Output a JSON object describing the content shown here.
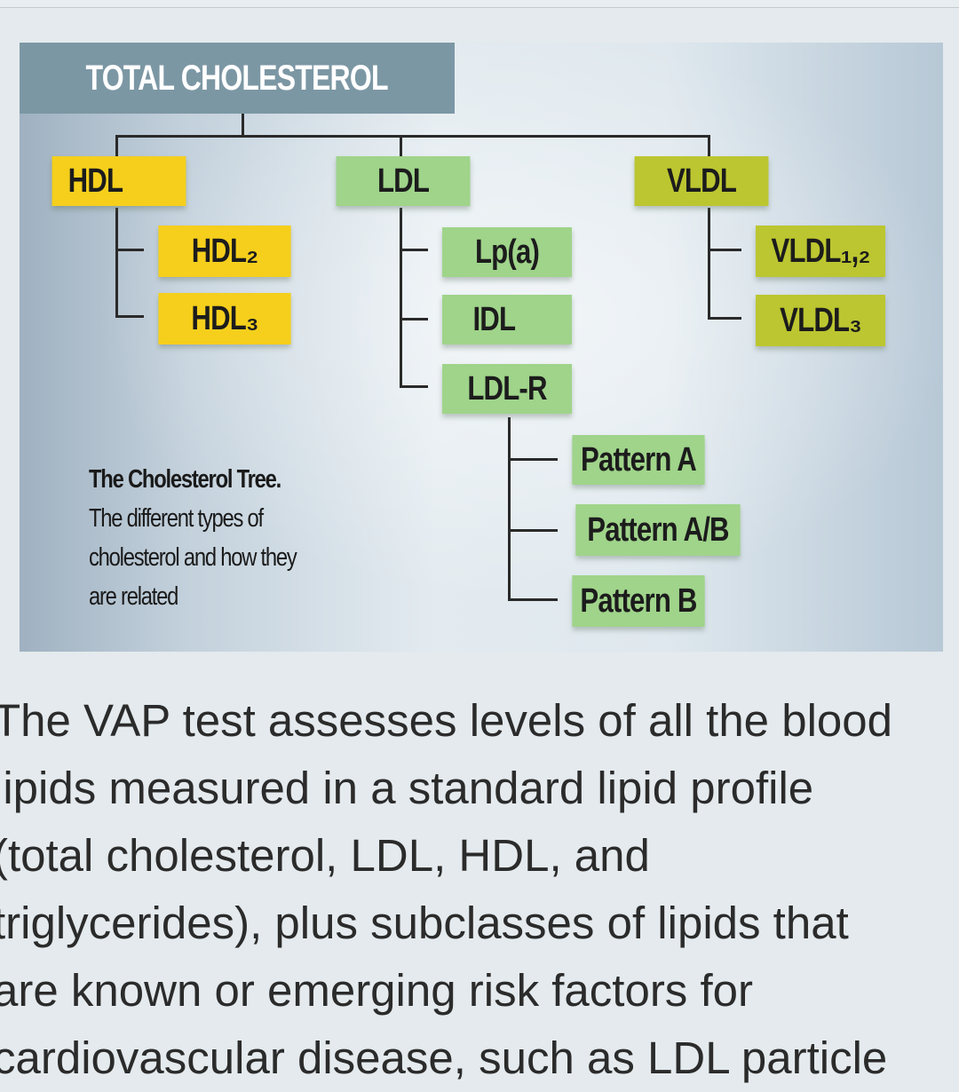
{
  "diagram": {
    "root": "TOTAL CHOLESTEROL",
    "branches": [
      {
        "label": "HDL",
        "children": [
          "HDL₂",
          "HDL₃"
        ]
      },
      {
        "label": "LDL",
        "children": [
          "Lp(a)",
          "IDL",
          "LDL-R"
        ]
      },
      {
        "label": "VLDL",
        "children": [
          "VLDL₁,₂",
          "VLDL₃"
        ]
      }
    ],
    "ldl_r_children": [
      "Pattern A",
      "Pattern A/B",
      "Pattern B"
    ],
    "caption": {
      "title": "The Cholesterol Tree.",
      "body": "The different types of cholesterol and how they are related"
    },
    "colors": {
      "root": "#7c97a4",
      "hdl": "#f5cf1c",
      "ldl": "#9fd48a",
      "vldl": "#bcc630"
    }
  },
  "article": {
    "lines": [
      "The VAP test assesses levels of all the blood",
      "lipids measured in a standard lipid profile",
      "(total cholesterol, LDL, HDL, and",
      "triglycerides), plus subclasses of lipids that",
      "are known or emerging risk factors for",
      "cardiovascular disease, such as LDL particle"
    ]
  }
}
